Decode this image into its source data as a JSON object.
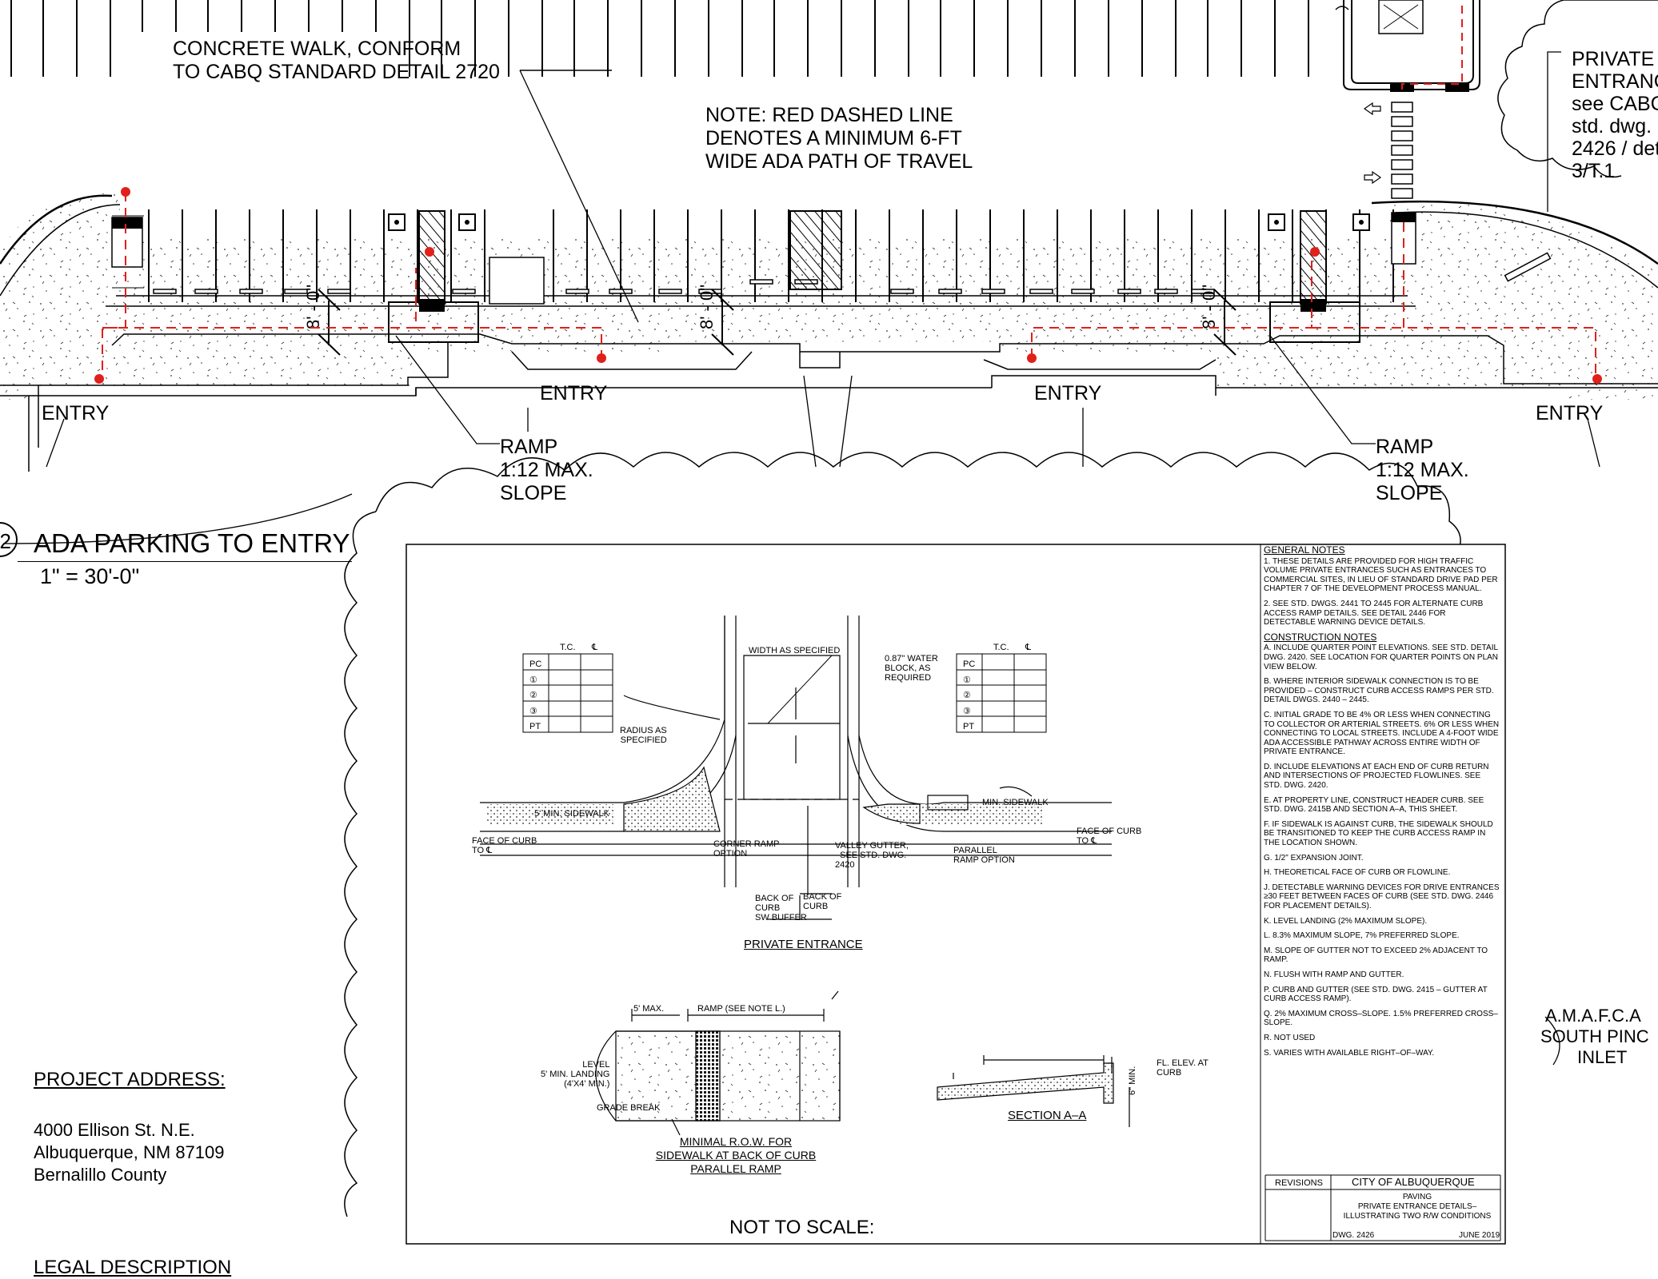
{
  "site_plan": {
    "walk_note": [
      "CONCRETE WALK, CONFORM",
      "TO CABQ STANDARD DETAIL 2720"
    ],
    "ada_note": [
      "NOTE: RED DASHED LINE",
      "DENOTES A MINIMUM 6-FT",
      "WIDE ADA PATH OF TRAVEL"
    ],
    "private_entrance_note": [
      "PRIVATE",
      "ENTRANC",
      "see CABC",
      "std. dwg.",
      "2426 / det",
      "3/T.1"
    ],
    "dimension": "8' - 0\"",
    "entry_labels": [
      "ENTRY",
      "ENTRY",
      "ENTRY",
      "ENTRY"
    ],
    "ramp_label": [
      "RAMP",
      "1:12 MAX.",
      "SLOPE"
    ],
    "inlet_label": [
      "A.M.A.F.C.A",
      "SOUTH PINC",
      "INLET"
    ],
    "colors": {
      "ada_path": "#e0201b",
      "line": "#000000"
    }
  },
  "detail_title": {
    "number": "2",
    "name": "ADA PARKING TO ENTRY",
    "scale": "1\" = 30'-0\""
  },
  "project": {
    "address_heading": "PROJECT ADDRESS:",
    "address_lines": [
      "4000 Ellison St. N.E.",
      "Albuquerque, NM  87109",
      "Bernalillo County"
    ],
    "legal_heading": "LEGAL DESCRIPTION"
  },
  "std_detail": {
    "not_to_scale": "NOT TO SCALE:",
    "general_notes_heading": "GENERAL NOTES",
    "general_notes": [
      "1.  THESE DETAILS ARE PROVIDED FOR HIGH TRAFFIC VOLUME PRIVATE ENTRANCES SUCH AS ENTRANCES TO COMMERCIAL SITES, IN LIEU OF STANDARD DRIVE PAD PER CHAPTER 7 OF THE DEVELOPMENT PROCESS MANUAL.",
      "2.  SEE STD. DWGS. 2441 TO 2445 FOR ALTERNATE CURB ACCESS RAMP DETAILS.  SEE DETAIL 2446 FOR DETECTABLE WARNING DEVICE DETAILS."
    ],
    "construction_notes_heading": "CONSTRUCTION NOTES",
    "construction_notes": [
      "A. INCLUDE QUARTER POINT ELEVATIONS. SEE STD. DETAIL DWG. 2420.  SEE LOCATION FOR QUARTER POINTS ON PLAN VIEW BELOW.",
      "B. WHERE INTERIOR SIDEWALK CONNECTION IS TO BE PROVIDED – CONSTRUCT CURB ACCESS RAMPS PER STD. DETAIL DWGS. 2440 – 2445.",
      "C. INITIAL GRADE TO BE 4% OR LESS WHEN CONNECTING TO COLLECTOR OR ARTERIAL STREETS. 6% OR LESS WHEN CONNECTING TO LOCAL STREETS. INCLUDE A 4-FOOT WIDE ADA ACCESSIBLE PATHWAY ACROSS ENTIRE WIDTH OF PRIVATE ENTRANCE.",
      "D. INCLUDE ELEVATIONS AT EACH END OF CURB RETURN AND INTERSECTIONS OF PROJECTED FLOWLINES. SEE STD. DWG. 2420.",
      "E. AT PROPERTY LINE, CONSTRUCT HEADER CURB. SEE STD. DWG. 2415B AND SECTION A–A, THIS SHEET.",
      "F. IF SIDEWALK IS AGAINST CURB, THE SIDEWALK SHOULD BE TRANSITIONED TO KEEP THE CURB ACCESS RAMP IN THE LOCATION SHOWN.",
      "G. 1/2\" EXPANSION JOINT.",
      "H. THEORETICAL FACE OF CURB OR FLOWLINE.",
      "J. DETECTABLE WARNING DEVICES FOR DRIVE ENTRANCES ≥30 FEET BETWEEN FACES OF CURB (SEE STD. DWG. 2446 FOR PLACEMENT DETAILS).",
      "K. LEVEL LANDING (2% MAXIMUM SLOPE).",
      "L. 8.3% MAXIMUM SLOPE, 7% PREFERRED SLOPE.",
      "M. SLOPE OF GUTTER NOT TO EXCEED 2% ADJACENT TO RAMP.",
      "N. FLUSH WITH RAMP AND GUTTER.",
      "P. CURB AND GUTTER (SEE STD. DWG. 2415 – GUTTER AT CURB ACCESS RAMP).",
      "Q. 2% MAXIMUM CROSS–SLOPE. 1.5% PREFERRED CROSS–SLOPE.",
      "R. NOT USED",
      "S. VARIES WITH AVAILABLE RIGHT–OF–WAY."
    ],
    "title_block": {
      "revisions": "REVISIONS",
      "agency": "CITY OF ALBUQUERQUE",
      "lines": [
        "PAVING",
        "PRIVATE ENTRANCE DETAILS–",
        "ILLUSTRATING TWO R/W CONDITIONS"
      ],
      "dwg": "DWG. 2426",
      "date": "JUNE 2019"
    },
    "drawing_labels": {
      "private_entrance": "PRIVATE ENTRANCE",
      "minimal_row": [
        "MINIMAL R.O.W. FOR",
        "SIDEWALK AT BACK OF CURB",
        "PARALLEL RAMP"
      ],
      "section": "SECTION A–A",
      "width": "WIDTH AS SPECIFIED",
      "water_block": [
        "0.87\" WATER",
        "BLOCK, AS",
        "REQUIRED"
      ],
      "radius": [
        "RADIUS AS",
        "SPECIFIED"
      ],
      "min_sidewalk_l": "5' MIN. SIDEWALK",
      "min_sidewalk_r": "MIN. SIDEWALK",
      "face_curb": [
        "FACE OF CURB",
        "TO ℄"
      ],
      "corner_ramp": [
        "CORNER RAMP",
        "OPTION"
      ],
      "valley_gutter": [
        "VALLEY GUTTER,",
        "–SEE STD. DWG.",
        "2420"
      ],
      "parallel_ramp": [
        "PARALLEL",
        "RAMP OPTION"
      ],
      "back_curb": [
        "BACK OF",
        "CURB",
        "SW BUFFER"
      ],
      "back_curb2": [
        "BACK OF",
        "CURB"
      ],
      "table_heads": [
        "T.C.",
        "℄"
      ],
      "table_rows": [
        "PC",
        "①",
        "②",
        "③",
        "PT"
      ],
      "five_max": "5' MAX.",
      "ramp_see": "RAMP (SEE NOTE L.)",
      "level_landing": [
        "LEVEL",
        "5' MIN.  LANDING",
        "(4'X4' MIN.)"
      ],
      "grade_break": "GRADE BREAK",
      "fl_elev": [
        "FL. ELEV. AT",
        "CURB"
      ],
      "six_min": "6\" MIN."
    }
  }
}
